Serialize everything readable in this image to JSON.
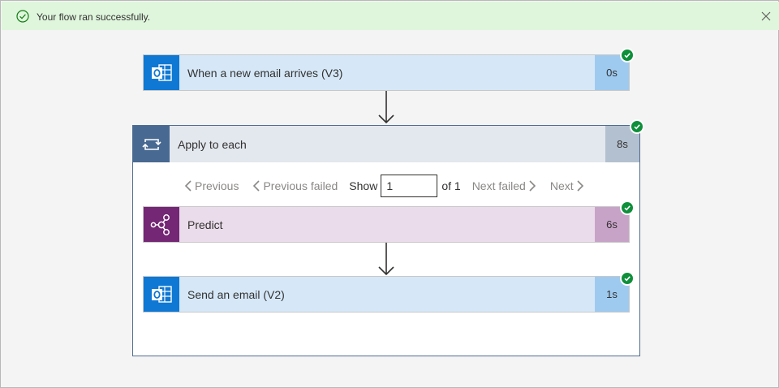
{
  "banner": {
    "message": "Your flow ran successfully."
  },
  "trigger": {
    "title": "When a new email arrives (V3)",
    "duration": "0s",
    "icon": "outlook-icon"
  },
  "loop": {
    "title": "Apply to each",
    "duration": "8s",
    "icon": "loop-icon",
    "pager": {
      "previous": "Previous",
      "previous_failed": "Previous failed",
      "show": "Show",
      "current": "1",
      "of": "of 1",
      "next_failed": "Next failed",
      "next": "Next"
    }
  },
  "predict": {
    "title": "Predict",
    "duration": "6s",
    "icon": "ai-builder-icon"
  },
  "send_email": {
    "title": "Send an email (V2)",
    "duration": "1s",
    "icon": "outlook-icon"
  },
  "colors": {
    "success": "#0e8f3a",
    "outlook": "#0f78d4",
    "loop": "#486991",
    "predict": "#742774"
  }
}
